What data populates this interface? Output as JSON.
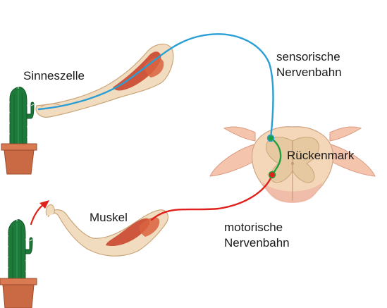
{
  "labels": {
    "sinneszelle": "Sinneszelle",
    "sensorische_line1": "sensorische",
    "sensorische_line2": "Nervenbahn",
    "rueckenmark": "Rückenmark",
    "muskel": "Muskel",
    "motorische_line1": "motorische",
    "motorische_line2": "Nervenbahn"
  },
  "colors": {
    "sensory_nerve": "#2a9fd6",
    "motor_nerve": "#e0201a",
    "interneuron": "#1fa040",
    "cactus": "#1d7a3a",
    "pot": "#c96a45",
    "spinal_cord": "#f4d7b8",
    "gray_matter": "#e6c9a0",
    "nerve_roots": "#f5c4ac",
    "muscle": "#c9472e",
    "skin": "#f2dcc0"
  },
  "icons": [
    "cactus-icon",
    "flower-pot-icon",
    "arm-icon",
    "spinal-cord-icon",
    "reflex-arrow-icon"
  ]
}
